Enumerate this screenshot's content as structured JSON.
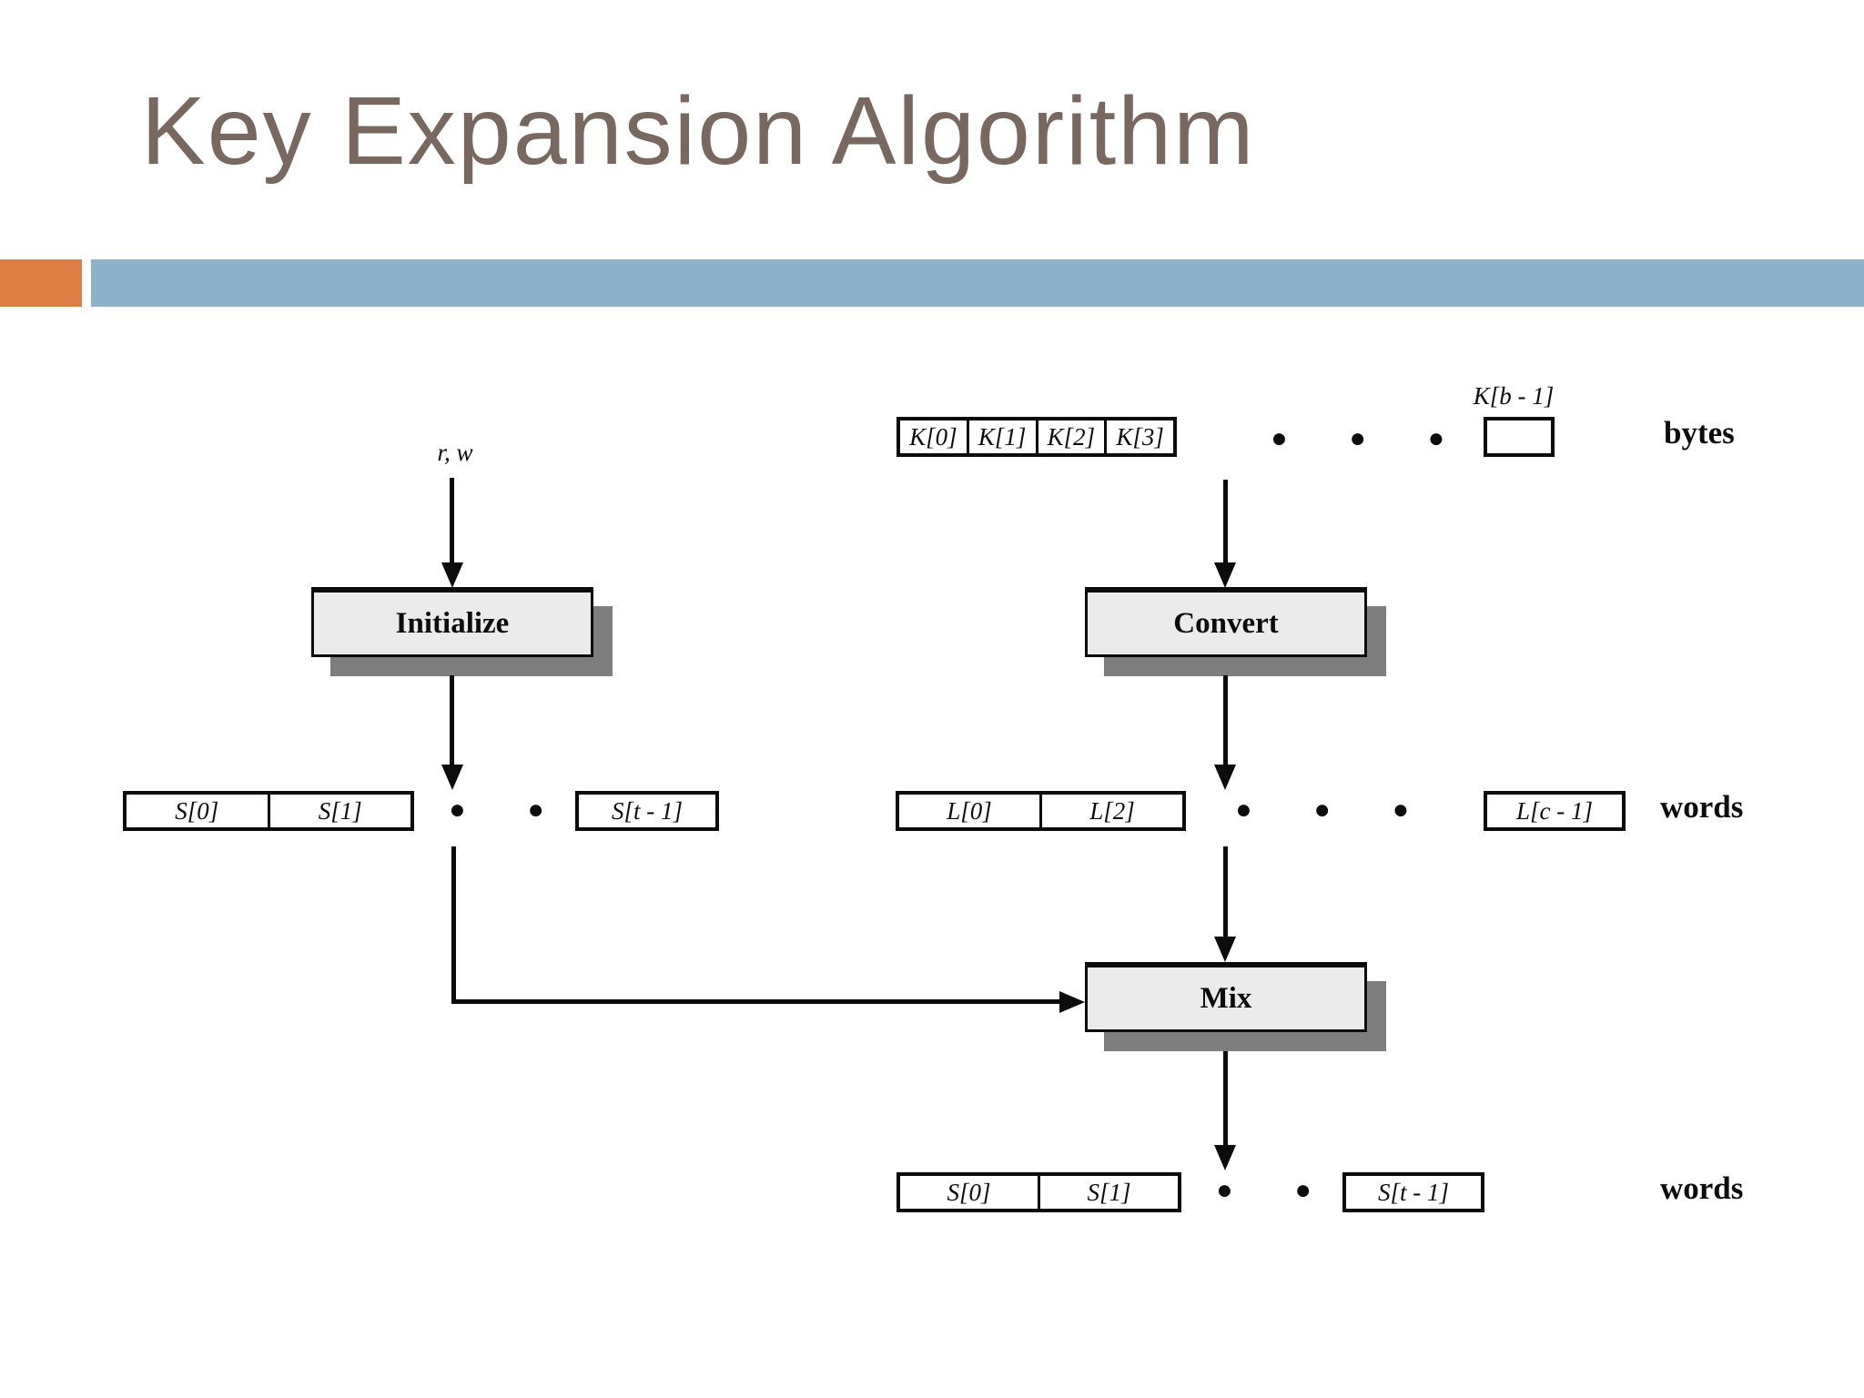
{
  "slide": {
    "title": "Key Expansion Algorithm",
    "colors": {
      "title_text": "#78685F",
      "accent_orange": "#DD7F45",
      "accent_blue": "#8FB2CB",
      "box_fill": "#EBEBEB",
      "box_shadow": "#7E7E7E"
    }
  },
  "diagram": {
    "ellipsis": "● ● ●",
    "params_label": "r, w",
    "top_row": {
      "cells": [
        "K[0]",
        "K[1]",
        "K[2]",
        "K[3]"
      ],
      "last_label": "K[b - 1]",
      "unit": "bytes"
    },
    "boxes": {
      "initialize": "Initialize",
      "convert": "Convert",
      "mix": "Mix"
    },
    "s_row": {
      "cells": [
        "S[0]",
        "S[1]"
      ],
      "last": "S[t - 1]"
    },
    "l_row": {
      "cells": [
        "L[0]",
        "L[2]"
      ],
      "last": "L[c - 1]",
      "unit": "words"
    },
    "out_row": {
      "cells": [
        "S[0]",
        "S[1]"
      ],
      "last": "S[t - 1]",
      "unit": "words"
    }
  }
}
